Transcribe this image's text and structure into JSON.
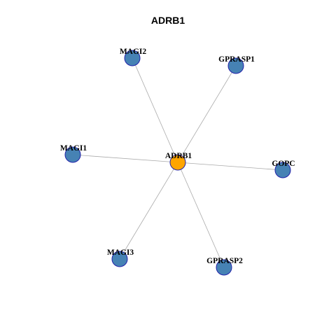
{
  "title": "ADRB1",
  "colors": {
    "hub_fill": "#FFA500",
    "leaf_fill": "#4682B4",
    "node_stroke": "#2222AA",
    "edge": "#AAAAAA"
  },
  "graph": {
    "hub": "ADRB1",
    "nodes": [
      {
        "id": "ADRB1",
        "role": "hub"
      },
      {
        "id": "MAGI2",
        "role": "leaf"
      },
      {
        "id": "GPRASP1",
        "role": "leaf"
      },
      {
        "id": "MAGI1",
        "role": "leaf"
      },
      {
        "id": "GOPC",
        "role": "leaf"
      },
      {
        "id": "MAGI3",
        "role": "leaf"
      },
      {
        "id": "GPRASP2",
        "role": "leaf"
      }
    ],
    "edges": [
      [
        "ADRB1",
        "MAGI2"
      ],
      [
        "ADRB1",
        "GPRASP1"
      ],
      [
        "ADRB1",
        "MAGI1"
      ],
      [
        "ADRB1",
        "GOPC"
      ],
      [
        "ADRB1",
        "MAGI3"
      ],
      [
        "ADRB1",
        "GPRASP2"
      ]
    ]
  }
}
